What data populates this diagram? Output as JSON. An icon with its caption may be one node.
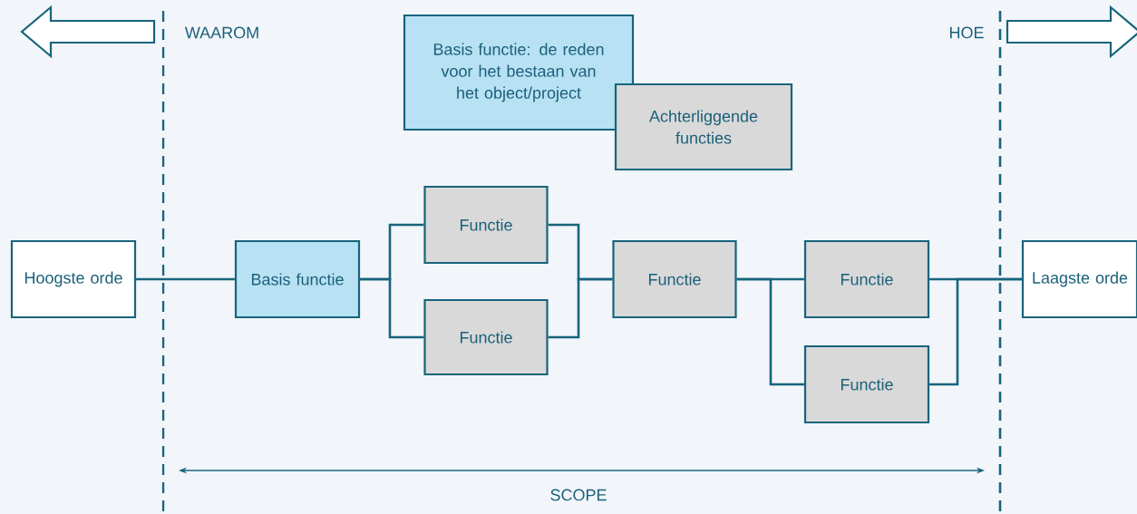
{
  "diagram": {
    "nodes": [
      {
        "text": [
          "Hoogste orde"
        ]
      },
      {
        "text": [
          "Basis functie"
        ]
      },
      {
        "text": [
          "Functie"
        ]
      },
      {
        "text": [
          "Functie"
        ]
      },
      {
        "text": [
          "Functie"
        ]
      },
      {
        "text": [
          "Functie"
        ]
      },
      {
        "text": [
          "Functie"
        ]
      },
      {
        "text": [
          "Laagste orde"
        ]
      },
      {
        "text": [
          "Basis functie: de reden voor het bestaan van het object/project"
        ]
      },
      {
        "text": [
          "Achterliggende functies"
        ]
      }
    ],
    "edges": [
      {
        "from": 0,
        "to": 1,
        "arrow": "none"
      },
      {
        "from": 1,
        "to": 2,
        "arrow": "none"
      },
      {
        "from": 1,
        "to": 3,
        "arrow": "none"
      },
      {
        "from": 2,
        "to": 4,
        "arrow": "none"
      },
      {
        "from": 3,
        "to": 4,
        "arrow": "none"
      },
      {
        "from": 4,
        "to": 5,
        "arrow": "none"
      },
      {
        "from": 4,
        "to": 6,
        "arrow": "none"
      },
      {
        "from": 5,
        "to": 7,
        "arrow": "none"
      },
      {
        "from": 6,
        "to": 7,
        "arrow": "none"
      }
    ],
    "labels": [
      "WAAROM",
      "HOE",
      "SCOPE"
    ]
  }
}
